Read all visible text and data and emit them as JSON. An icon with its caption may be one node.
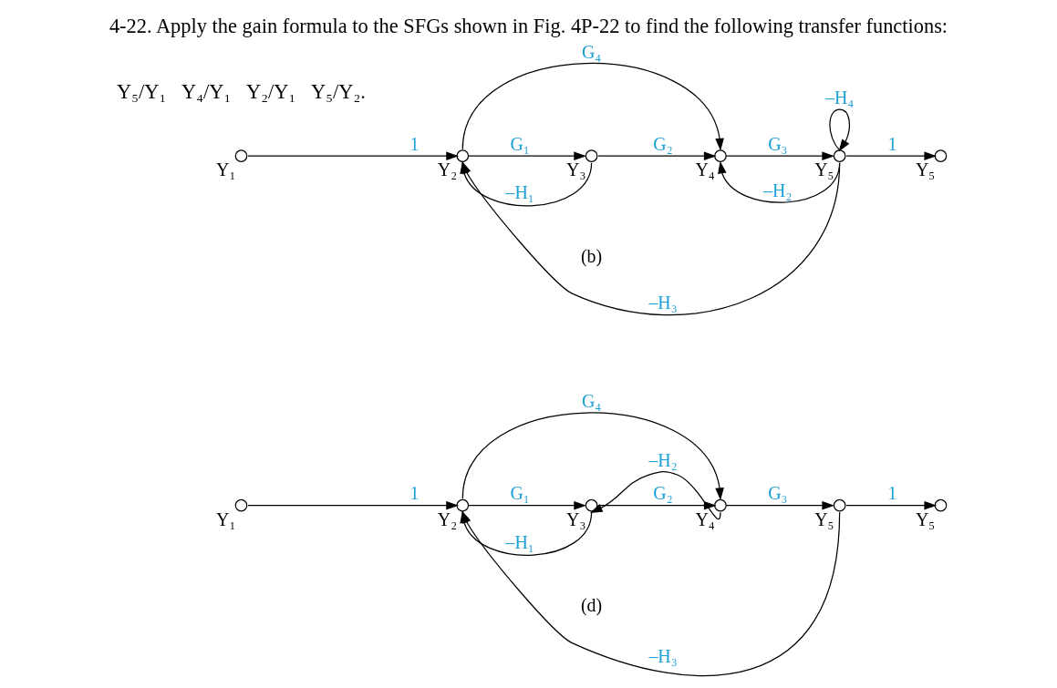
{
  "diagram": {
    "title": "4-22. Apply the gain formula to the SFGs shown in Fig. 4P-22 to find the following transfer functions:",
    "nodes": [
      {
        "text": [
          "Y₁"
        ]
      },
      {
        "text": [
          "Y₂"
        ]
      },
      {
        "text": [
          "Y₃"
        ]
      },
      {
        "text": [
          "Y₄"
        ]
      },
      {
        "text": [
          "Y₅"
        ]
      },
      {
        "text": [
          "Y₅"
        ]
      },
      {
        "text": [
          "Y₁"
        ]
      },
      {
        "text": [
          "Y₂"
        ]
      },
      {
        "text": [
          "Y₃"
        ]
      },
      {
        "text": [
          "Y₄"
        ]
      },
      {
        "text": [
          "Y₅"
        ]
      },
      {
        "text": [
          "Y₅"
        ]
      }
    ],
    "edges": [
      {
        "from": 0,
        "to": 1,
        "arrow": "to",
        "label": "1"
      },
      {
        "from": 1,
        "to": 2,
        "arrow": "to",
        "label": "G₁"
      },
      {
        "from": 2,
        "to": 1,
        "arrow": "to",
        "label": "–H₁"
      },
      {
        "from": 1,
        "to": 3,
        "arrow": "to",
        "label": "G₄"
      },
      {
        "from": 2,
        "to": 3,
        "arrow": "to",
        "label": "G₂"
      },
      {
        "from": 3,
        "to": 4,
        "arrow": "to",
        "label": "G₃"
      },
      {
        "from": 4,
        "to": 3,
        "arrow": "to",
        "label": "–H₂"
      },
      {
        "from": 4,
        "to": 1,
        "arrow": "to",
        "label": "–H₃"
      },
      {
        "from": 4,
        "to": 4,
        "arrow": "to",
        "label": "–H₄"
      },
      {
        "from": 4,
        "to": 5,
        "arrow": "to",
        "label": "1"
      },
      {
        "from": 6,
        "to": 7,
        "arrow": "to",
        "label": "1"
      },
      {
        "from": 7,
        "to": 8,
        "arrow": "to",
        "label": "G₁"
      },
      {
        "from": 8,
        "to": 7,
        "arrow": "to",
        "label": "–H₁"
      },
      {
        "from": 7,
        "to": 9,
        "arrow": "to",
        "label": "G₄"
      },
      {
        "from": 8,
        "to": 9,
        "arrow": "to",
        "label": "G₂"
      },
      {
        "from": 9,
        "to": 8,
        "arrow": "to",
        "label": "–H₂"
      },
      {
        "from": 9,
        "to": 10,
        "arrow": "to",
        "label": "G₃"
      },
      {
        "from": 10,
        "to": 7,
        "arrow": "to",
        "label": "–H₃"
      },
      {
        "from": 10,
        "to": 11,
        "arrow": "to",
        "label": "1"
      }
    ],
    "labels": [
      "Y₅/Y₁",
      "Y₄/Y₁",
      "Y₂/Y₁",
      "Y₅/Y₂.",
      "(b)",
      "(d)"
    ]
  }
}
